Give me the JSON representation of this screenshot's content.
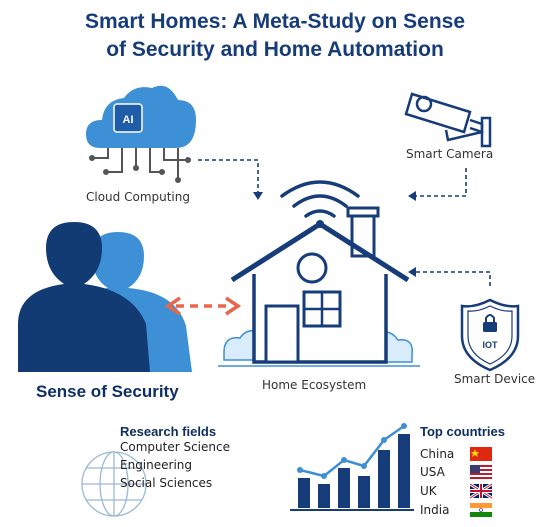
{
  "title": {
    "line1": "Smart Homes: A Meta-Study on Sense",
    "line2": "of Security and Home Automation"
  },
  "nodes": {
    "cloud": {
      "label": "Cloud Computing",
      "badge": "AI"
    },
    "camera": {
      "label": "Smart Camera"
    },
    "home": {
      "label": "Home Ecosystem"
    },
    "security": {
      "label": "Sense of Security"
    },
    "device": {
      "label": "Smart Device",
      "badge": "IOT"
    }
  },
  "research": {
    "heading": "Research fields",
    "fields": [
      "Computer Science",
      "Engineering",
      "Social Sciences"
    ]
  },
  "countries": {
    "heading": "Top countries",
    "items": [
      {
        "name": "China",
        "flag": "china-flag-icon"
      },
      {
        "name": "USA",
        "flag": "usa-flag-icon"
      },
      {
        "name": "UK",
        "flag": "uk-flag-icon"
      },
      {
        "name": "India",
        "flag": "india-flag-icon"
      }
    ]
  },
  "colors": {
    "navy": "#173c7a",
    "blue": "#3d8fd6",
    "light_blue": "#5aa9e6",
    "accent": "#e8674a"
  }
}
